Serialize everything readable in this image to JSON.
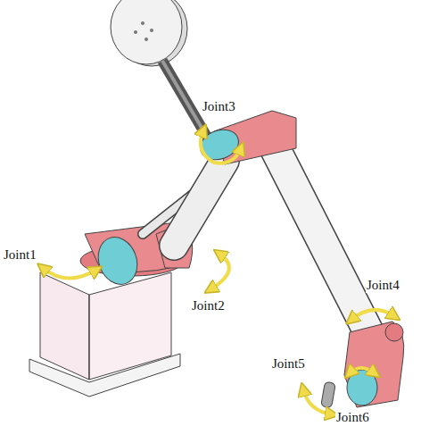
{
  "diagram": {
    "labels": [
      "Joint1",
      "Joint2",
      "Joint3",
      "Joint4",
      "Joint5",
      "Joint6"
    ]
  }
}
